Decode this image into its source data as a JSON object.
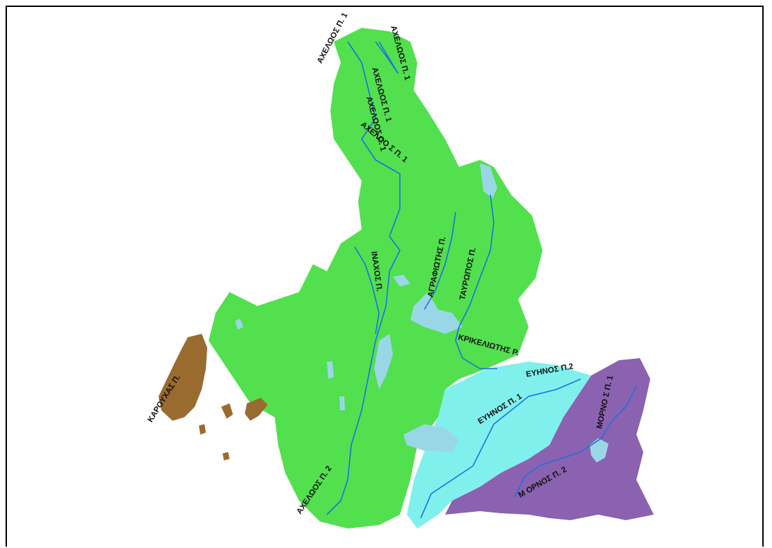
{
  "colors": {
    "acheloos_basin": "#52e04f",
    "evinos_basin": "#80f0ec",
    "mornos_basin": "#8a62b0",
    "islands": "#9a6b2f",
    "river": "#1f6fe0",
    "lake": "#9ad7e6",
    "frame": "#000000"
  },
  "labels": {
    "acheloos_1a": "ΑΧΕΛΩΟΣ Π. 1",
    "acheloos_1b": "ΑΧΕΛΩΟΣ Π. 1",
    "acheloos_1c": "ΑΧΕΛΩΟΣ Π. 1",
    "acheloos_1d": "ΑΧΕΛΩΟΣ Π. 1",
    "acheloos_1e": "ΑΧΕΛΩΟ Σ Π. 1",
    "acheloos_2": "ΑΧΕΛΩΟΣ Π. 2",
    "inachos": "ΙΝΑΧΟΣ Π.",
    "agrafiotis": "ΑΓΡΑΦΙΩΤΗΣ Π.",
    "tavropos": "ΤΑΥΡΩΠΟΣ Π.",
    "krikeliotis": "ΚΡΙΚΕΛΙΩΤΗΣ Ρ.",
    "evinos_1": "ΕΥΗΝΟΣ Π. 1",
    "evinos_2": "ΕΥΗΝΟΣ Π.2",
    "mornos_1": "ΜΟΡΝΟ Σ Π. 1",
    "mornos_2": "Μ ΟΡΝΟΣ Π. 2",
    "karouchas": "ΚΑΡΟΥΧΑΣ Π."
  }
}
